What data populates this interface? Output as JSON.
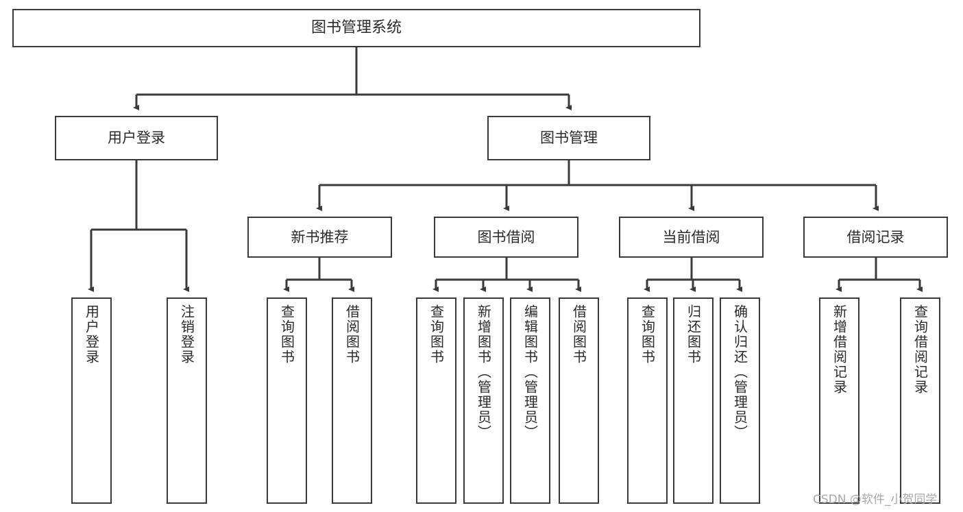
{
  "diagram": {
    "title": "图书管理系统",
    "watermark": "CSDN @软件_小贺同学",
    "colors": {
      "stroke": "#3a3a3a",
      "fill": "#ffffff",
      "text": "#2b2b2b",
      "watermark": "#a8a8a8"
    },
    "root": {
      "label": "图书管理系统"
    },
    "level2": [
      {
        "label": "用户登录"
      },
      {
        "label": "图书管理"
      }
    ],
    "level3": [
      {
        "label": "新书推荐"
      },
      {
        "label": "图书借阅"
      },
      {
        "label": "当前借阅"
      },
      {
        "label": "借阅记录"
      }
    ],
    "leaves": {
      "user_login": [
        {
          "label": "用户登录"
        },
        {
          "label": "注销登录"
        }
      ],
      "new_book_recommend": [
        {
          "label": "查询图书"
        },
        {
          "label": "借阅图书"
        }
      ],
      "book_borrow": [
        {
          "label": "查询图书"
        },
        {
          "label": "新增图书（管理员）"
        },
        {
          "label": "编辑图书（管理员）"
        },
        {
          "label": "借阅图书"
        }
      ],
      "current_borrow": [
        {
          "label": "查询图书"
        },
        {
          "label": "归还图书"
        },
        {
          "label": "确认归还（管理员）"
        }
      ],
      "borrow_record": [
        {
          "label": "新增借阅记录"
        },
        {
          "label": "查询借阅记录"
        }
      ]
    }
  }
}
